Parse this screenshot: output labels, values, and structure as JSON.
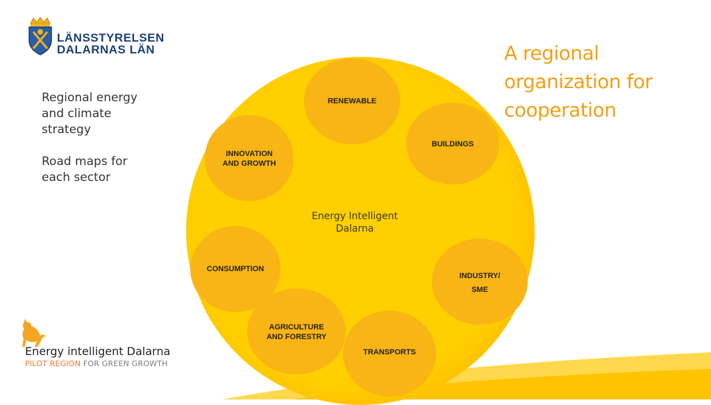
{
  "logo": {
    "line1": "LÄNSSTYRELSEN",
    "line2": "DALARNAS LÄN",
    "icon": "coat-of-arms-icon"
  },
  "title": "A regional organization for cooperation",
  "left_text": {
    "para1": "Regional energy\nand climate\nstrategy",
    "para2": "Road maps for\neach sector"
  },
  "center": {
    "line1": "Energy Intelligent",
    "line2": "Dalarna"
  },
  "nodes": {
    "renewable": [
      "RENEWABLE"
    ],
    "buildings": [
      "BUILDINGS"
    ],
    "innovation": [
      "INNOVATION",
      "AND GROWTH"
    ],
    "consumption": [
      "CONSUMPTION"
    ],
    "industry": [
      "INDUSTRY/",
      "SME"
    ],
    "agriculture": [
      "AGRICULTURE",
      "AND FORESTRY"
    ],
    "transports": [
      "TRANSPORTS"
    ]
  },
  "bottom_logo": {
    "icon": "leaping-cat-icon",
    "title": "Energy intelligent Dalarna",
    "sub_a": "PILOT REGION",
    "sub_b": " FOR GREEN GROWTH"
  },
  "colors": {
    "big_circle": "#ffcf00",
    "node": "#f9b415",
    "title": "#f0a015",
    "logo_blue": "#1c3f72",
    "pilot_orange": "#e8782a"
  }
}
